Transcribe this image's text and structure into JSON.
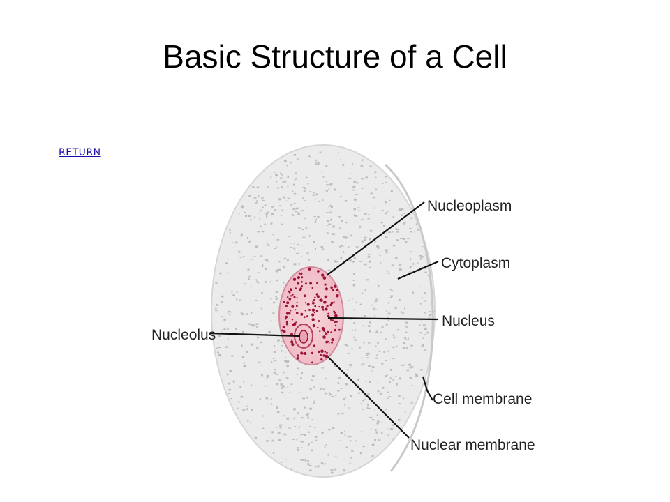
{
  "slide": {
    "title": "Basic Structure of a Cell",
    "return_link": "RETURN"
  },
  "diagram": {
    "labels": {
      "nucleoplasm": "Nucleoplasm",
      "cytoplasm": "Cytoplasm",
      "nucleus": "Nucleus",
      "nucleolus": "Nucleolus",
      "cell_membrane": "Cell membrane",
      "nuclear_membrane": "Nuclear membrane"
    },
    "colors": {
      "cytoplasm": "#e9e9e9",
      "cytoplasm_speckle": "#bdbdbd",
      "nucleus_fill": "#f4c9d0",
      "nucleus_edge": "#c85a74",
      "nucleus_dots": "#9b1434",
      "leader_line": "#111111"
    }
  }
}
